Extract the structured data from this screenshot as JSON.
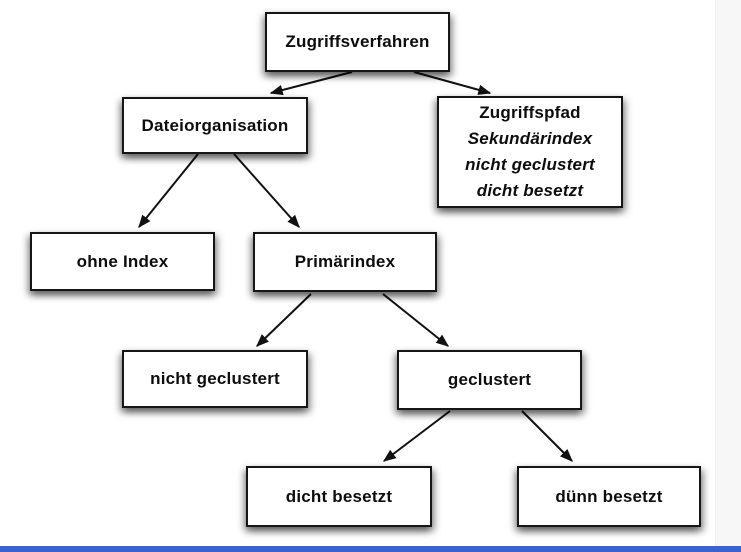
{
  "diagram": {
    "type": "tree",
    "nodes": {
      "root": {
        "label": "Zugriffsverfahren"
      },
      "dateiorganisation": {
        "label": "Dateiorganisation"
      },
      "zugriffspfad": {
        "title": "Zugriffspfad",
        "sub1": "Sekundärindex",
        "sub2": "nicht geclustert",
        "sub3": "dicht besetzt"
      },
      "ohne_index": {
        "label": "ohne Index"
      },
      "primaerindex": {
        "label": "Primärindex"
      },
      "nicht_geclustert": {
        "label": "nicht geclustert"
      },
      "geclustert": {
        "label": "geclustert"
      },
      "dicht_besetzt": {
        "label": "dicht besetzt"
      },
      "duenn_besetzt": {
        "label": "dünn besetzt"
      }
    },
    "edges": [
      {
        "from": "Zugriffsverfahren",
        "to": "Dateiorganisation"
      },
      {
        "from": "Zugriffsverfahren",
        "to": "Zugriffspfad"
      },
      {
        "from": "Dateiorganisation",
        "to": "ohne Index"
      },
      {
        "from": "Dateiorganisation",
        "to": "Primärindex"
      },
      {
        "from": "Primärindex",
        "to": "nicht geclustert"
      },
      {
        "from": "Primärindex",
        "to": "geclustert"
      },
      {
        "from": "geclustert",
        "to": "dicht besetzt"
      },
      {
        "from": "geclustert",
        "to": "dünn besetzt"
      }
    ],
    "colors": {
      "node_fill": "#ffffff",
      "node_border": "#161616",
      "arrow": "#111111",
      "footer_bar": "#3b63cf",
      "page_edge_strip": "#f7f7f7"
    }
  }
}
